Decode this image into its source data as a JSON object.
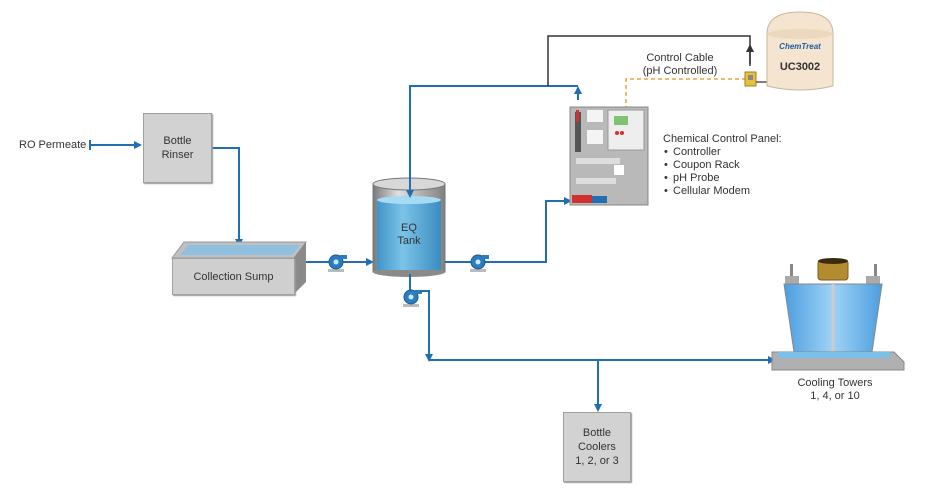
{
  "diagram": {
    "inputs": {
      "ro_permeate": "RO Permeate"
    },
    "bottle_rinser": {
      "line1": "Bottle",
      "line2": "Rinser"
    },
    "collection_sump": {
      "label": "Collection Sump"
    },
    "eq_tank": {
      "line1": "EQ",
      "line2": "Tank"
    },
    "control_cable": {
      "line1": "Control Cable",
      "line2": "(pH Controlled)"
    },
    "chemical_tank": {
      "brand": "ChemTreat",
      "product": "UC3002"
    },
    "control_panel": {
      "title": "Chemical Control Panel:",
      "items": [
        "Controller",
        "Coupon Rack",
        "pH Probe",
        "Cellular Modem"
      ]
    },
    "cooling_towers": {
      "line1": "Cooling Towers",
      "line2": "1, 4, or 10"
    },
    "bottle_coolers": {
      "line1": "Bottle",
      "line2": "Coolers",
      "line3": "1, 2, or 3"
    },
    "colors": {
      "water_line": "#1f6fb2",
      "control_line": "#333333",
      "cable_line": "#f0a040",
      "box_fill": "#d2d2d2",
      "water_fill": "#5aaedb"
    }
  }
}
